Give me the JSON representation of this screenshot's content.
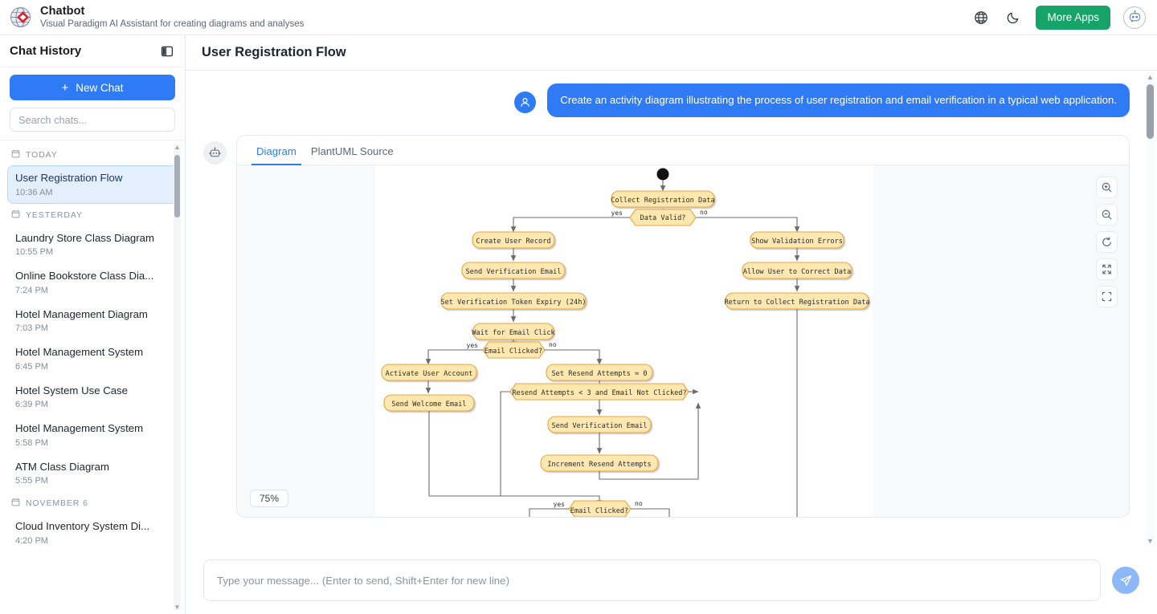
{
  "topbar": {
    "brand_title": "Chatbot",
    "brand_subtitle": "Visual Paradigm AI Assistant for creating diagrams and analyses",
    "more_apps_label": "More Apps",
    "icons": {
      "language": "globe-icon",
      "theme": "moon-icon",
      "account": "chatbot-avatar-icon"
    },
    "accent_green": "#16a36a"
  },
  "sidebar": {
    "title": "Chat History",
    "collapse_icon": "panel-collapse-icon",
    "new_chat_label": "New Chat",
    "search_placeholder": "Search chats...",
    "groups": [
      {
        "label": "TODAY",
        "items": [
          {
            "title": "User Registration Flow",
            "time": "10:36 AM",
            "active": true
          }
        ]
      },
      {
        "label": "YESTERDAY",
        "items": [
          {
            "title": "Laundry Store Class Diagram",
            "time": "10:55 PM",
            "active": false
          },
          {
            "title": "Online Bookstore Class Dia...",
            "time": "7:24 PM",
            "active": false
          },
          {
            "title": "Hotel Management Diagram",
            "time": "7:03 PM",
            "active": false
          },
          {
            "title": "Hotel Management System",
            "time": "6:45 PM",
            "active": false
          },
          {
            "title": "Hotel System Use Case",
            "time": "6:39 PM",
            "active": false
          },
          {
            "title": "Hotel Management System",
            "time": "5:58 PM",
            "active": false
          },
          {
            "title": "ATM Class Diagram",
            "time": "5:55 PM",
            "active": false
          }
        ]
      },
      {
        "label": "NOVEMBER 6",
        "items": [
          {
            "title": "Cloud Inventory System Di...",
            "time": "4:20 PM",
            "active": false
          }
        ]
      }
    ]
  },
  "main": {
    "title": "User Registration Flow",
    "user_message": "Create an activity diagram illustrating the process of user registration and email verification in a typical web application.",
    "tabs": [
      {
        "label": "Diagram",
        "active": true
      },
      {
        "label": "PlantUML Source",
        "active": false
      }
    ],
    "zoom_level": "75%",
    "zoom_tools": [
      {
        "name": "zoom-in-icon"
      },
      {
        "name": "zoom-out-icon"
      },
      {
        "name": "reset-view-icon"
      },
      {
        "name": "fit-to-screen-icon"
      },
      {
        "name": "fullscreen-icon"
      }
    ]
  },
  "composer": {
    "placeholder": "Type your message... (Enter to send, Shift+Enter for new line)",
    "value": "",
    "send_icon": "send-paper-plane-icon"
  },
  "diagram": {
    "type": "activity-diagram",
    "node_fill": "#ffe8b0",
    "node_stroke": "#e8a33d",
    "start_node": "filled-circle",
    "nodes": [
      {
        "id": "collect",
        "label": "Collect Registration Data",
        "shape": "action"
      },
      {
        "id": "dv",
        "label": "Data Valid?",
        "shape": "decision",
        "branches": [
          "yes",
          "no"
        ]
      },
      {
        "id": "cur",
        "label": "Create User Record",
        "shape": "action"
      },
      {
        "id": "sve1",
        "label": "Send Verification Email",
        "shape": "action"
      },
      {
        "id": "stok",
        "label": "Set Verification Token Expiry (24h)",
        "shape": "action"
      },
      {
        "id": "wait",
        "label": "Wait for Email Click",
        "shape": "action"
      },
      {
        "id": "ec1",
        "label": "Email Clicked?",
        "shape": "decision",
        "branches": [
          "yes",
          "no"
        ]
      },
      {
        "id": "act",
        "label": "Activate User Account",
        "shape": "action"
      },
      {
        "id": "swe",
        "label": "Send Welcome Email",
        "shape": "action"
      },
      {
        "id": "sra",
        "label": "Set Resend Attempts = 0",
        "shape": "action"
      },
      {
        "id": "loop",
        "label": "Resend Attempts < 3 and Email Not Clicked?",
        "shape": "decision"
      },
      {
        "id": "sve2",
        "label": "Send Verification Email",
        "shape": "action"
      },
      {
        "id": "inc",
        "label": "Increment Resend Attempts",
        "shape": "action"
      },
      {
        "id": "ec2",
        "label": "Email Clicked?",
        "shape": "decision",
        "branches": [
          "yes",
          "no"
        ]
      },
      {
        "id": "sve",
        "label": "Show Validation Errors",
        "shape": "action"
      },
      {
        "id": "allow",
        "label": "Allow User to Correct Data",
        "shape": "action"
      },
      {
        "id": "ret",
        "label": "Return to Collect Registration Data",
        "shape": "action"
      }
    ],
    "edge_labels": [
      "yes",
      "no"
    ]
  }
}
